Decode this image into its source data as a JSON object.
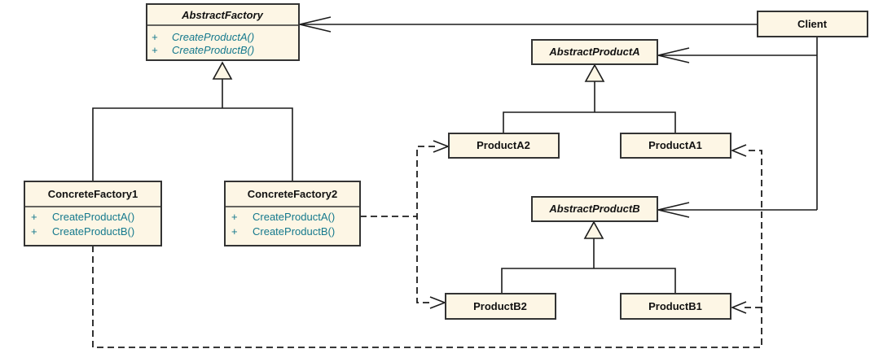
{
  "diagram_label": "Abstract Factory design pattern UML class diagram",
  "visibility_prefix": "+",
  "colors": {
    "box_fill": "#FDF6E5",
    "box_border": "#333333",
    "line": "#1c1c1c",
    "method_text": "#14788C",
    "title_text": "#111111",
    "background": "#ffffff"
  },
  "classes": [
    {
      "name": "AbstractFactory",
      "abstract": true,
      "methods": [
        "CreateProductA()",
        "CreateProductB()"
      ]
    },
    {
      "name": "Client",
      "abstract": false,
      "methods": []
    },
    {
      "name": "AbstractProductA",
      "abstract": true,
      "methods": []
    },
    {
      "name": "ProductA2",
      "abstract": false,
      "methods": []
    },
    {
      "name": "ProductA1",
      "abstract": false,
      "methods": []
    },
    {
      "name": "ConcreteFactory1",
      "abstract": false,
      "methods": [
        "CreateProductA()",
        "CreateProductB()"
      ]
    },
    {
      "name": "ConcreteFactory2",
      "abstract": false,
      "methods": [
        "CreateProductA()",
        "CreateProductB()"
      ]
    },
    {
      "name": "AbstractProductB",
      "abstract": true,
      "methods": []
    },
    {
      "name": "ProductB2",
      "abstract": false,
      "methods": []
    },
    {
      "name": "ProductB1",
      "abstract": false,
      "methods": []
    }
  ],
  "relationships": [
    {
      "from": "Client",
      "to": "AbstractFactory",
      "type": "association-open-arrow"
    },
    {
      "from": "Client",
      "to": "AbstractProductA",
      "type": "association-open-arrow"
    },
    {
      "from": "Client",
      "to": "AbstractProductB",
      "type": "association-open-arrow"
    },
    {
      "from": "ConcreteFactory1",
      "to": "AbstractFactory",
      "type": "generalization"
    },
    {
      "from": "ConcreteFactory2",
      "to": "AbstractFactory",
      "type": "generalization"
    },
    {
      "from": "ProductA2",
      "to": "AbstractProductA",
      "type": "generalization"
    },
    {
      "from": "ProductA1",
      "to": "AbstractProductA",
      "type": "generalization"
    },
    {
      "from": "ProductB2",
      "to": "AbstractProductB",
      "type": "generalization"
    },
    {
      "from": "ProductB1",
      "to": "AbstractProductB",
      "type": "generalization"
    },
    {
      "from": "ConcreteFactory2",
      "to": "ProductA2",
      "type": "dependency-dashed"
    },
    {
      "from": "ConcreteFactory2",
      "to": "ProductB2",
      "type": "dependency-dashed"
    },
    {
      "from": "ConcreteFactory1",
      "to": "ProductA1",
      "type": "dependency-dashed"
    },
    {
      "from": "ConcreteFactory1",
      "to": "ProductB1",
      "type": "dependency-dashed"
    }
  ]
}
